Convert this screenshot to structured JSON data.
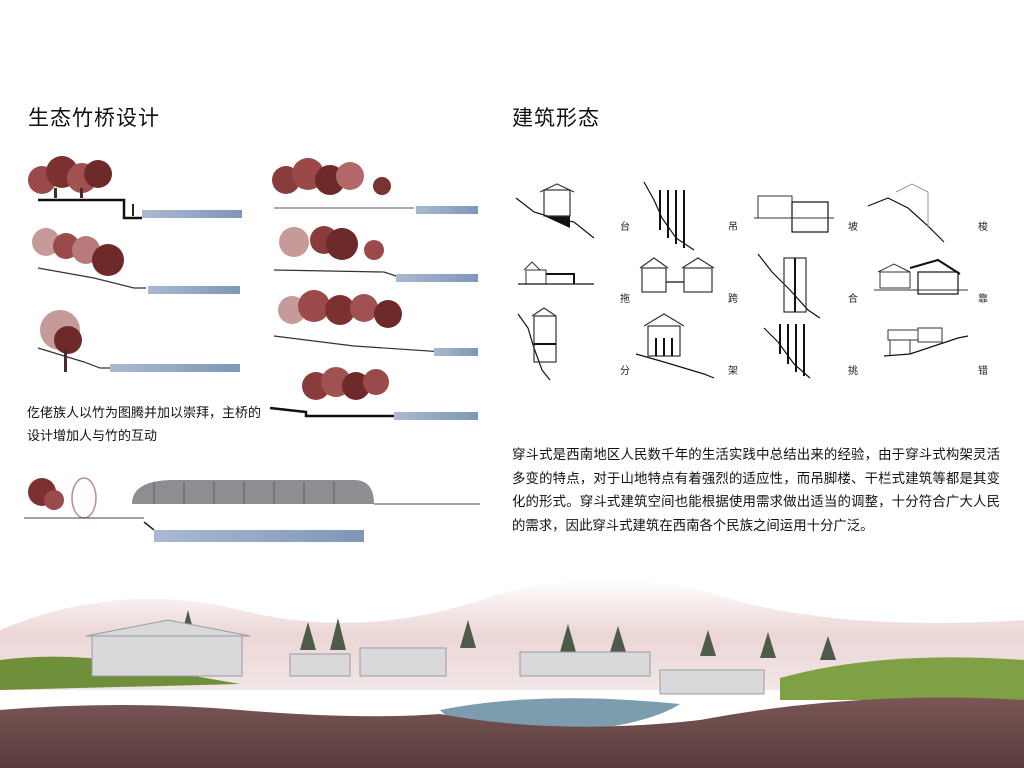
{
  "sections": {
    "left_title": "生态竹桥设计",
    "right_title": "建筑形态"
  },
  "left_caption": "仡佬族人以竹为图腾并加以崇拜，主桥的设计增加人与竹的互动",
  "right_paragraph": "穿斗式是西南地区人民数千年的生活实践中总结出来的经验，由于穿斗式构架灵活多变的特点，对于山地特点有着强烈的适应性，而吊脚楼、干栏式建筑等都是其变化的形式。穿斗式建筑空间也能根据使用需求做出适当的调整，十分符合广大人民的需求，因此穿斗式建筑在西南各个民族之间运用十分广泛。",
  "forms": [
    "台",
    "吊",
    "坡",
    "梭",
    "拖",
    "跨",
    "合",
    "靠",
    "分",
    "架",
    "挑",
    "错"
  ],
  "colors": {
    "tree": "#8a3b3b",
    "tree_light": "#b87a7a",
    "water": "#8fa6c2",
    "soil": "#6b4a4a",
    "grass": "#6f8f3a",
    "mist": "#e7cfcf",
    "building": "#d9d9dc"
  }
}
